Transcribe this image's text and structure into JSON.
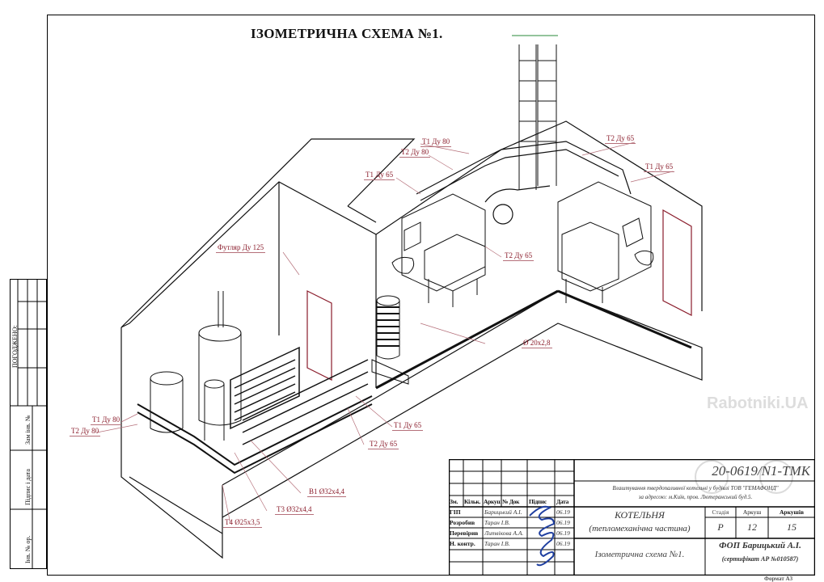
{
  "title": "ІЗОМЕТРИЧНА СХЕМА №1.",
  "labels": {
    "t1_du80_top": "Т1 Ду 80",
    "t2_du80_top": "Т2 Ду 80",
    "t1_du65_left": "Т1 Ду 65",
    "t2_du65_top": "Т2 Ду 65",
    "t1_du65_right": "Т1 Ду 65",
    "t2_du65_mid": "Т2 Ду 65",
    "futliar": "Футляр Ду 125",
    "d20": "Ø 20х2,8",
    "t1_du80_bottom": "Т1 Ду 80",
    "t2_du80_bottom": "Т2 Ду 80",
    "t1_du65_bottom": "Т1 Ду 65",
    "t2_du65_bottom": "Т2 Ду 65",
    "b1": "В1 Ø32х4,4",
    "t3": "Т3 Ø32х4,4",
    "t4": "Т4 Ø25х3,5"
  },
  "sidebar": {
    "pogodzheno": "ПОГОДЖЕНО:",
    "zam_inv": "Зам інв. №",
    "pidpys_data": "Підпис і дата",
    "inv_orig": "Інв. № ор."
  },
  "title_block": {
    "doc_number": "20-0619/N1-ТМК",
    "description_1": "Влаштування твердопаливної котельні у будівлі ТОВ \"ГЕМАФОНД\"",
    "description_2": "за адресою: м.Київ, пров. Лютеранський буд.5.",
    "headers": [
      "Зм.",
      "Кільк.",
      "Аркуш",
      "№ Док",
      "Підпис",
      "Дата"
    ],
    "rows": [
      {
        "role": "ГІП",
        "name": "Барицький А.І.",
        "date": "06.19"
      },
      {
        "role": "Розробив",
        "name": "Таран І.В.",
        "date": "06.19"
      },
      {
        "role": "Перевірив",
        "name": "Литвікова А.А.",
        "date": "06.19"
      },
      {
        "role": "Н. контр.",
        "name": "Таран І.В.",
        "date": "06.19"
      }
    ],
    "object_1": "КОТЕЛЬНЯ",
    "object_2": "(тепломеханічна частина)",
    "stage_label": "Стадія",
    "sheet_label": "Аркуш",
    "sheets_label": "Аркушів",
    "stage": "Р",
    "sheet": "12",
    "sheets": "15",
    "drawing_name": "Ізометрична схема №1.",
    "company": "ФОП Барицький А.І.",
    "certificate": "(сертифікат АР №010587)",
    "format": "Формат А3"
  },
  "watermark": "Rabotniki.UA",
  "colors": {
    "label": "#8a1c2b",
    "signature": "#1f3fa0"
  }
}
